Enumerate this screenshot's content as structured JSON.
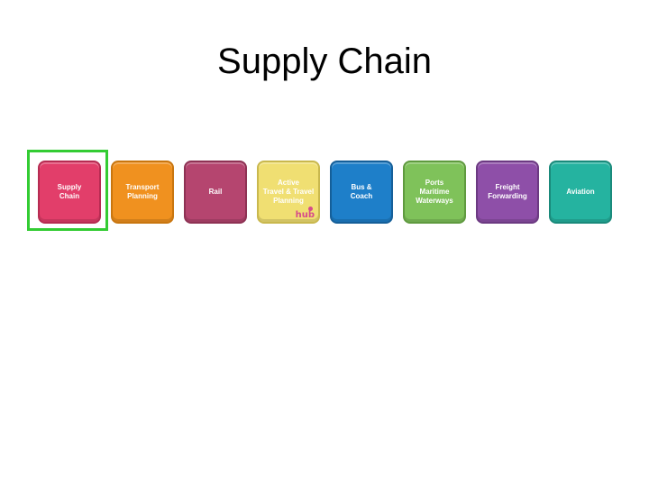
{
  "title": "Supply Chain",
  "tiles": [
    {
      "label": "Supply\nChain",
      "color": "#e23e6a",
      "border": "#b62c52",
      "selected": true
    },
    {
      "label": "Transport\nPlanning",
      "color": "#f0911f",
      "border": "#c9760f"
    },
    {
      "label": "Rail",
      "color": "#b5456f",
      "border": "#8e3254"
    },
    {
      "label": "Active\nTravel & Travel\nPlanning",
      "color": "#f0df72",
      "border": "#c9b84e",
      "text_color": "#ffffff",
      "logo": "hub"
    },
    {
      "label": "Bus &\nCoach",
      "color": "#1e7fc9",
      "border": "#155f99"
    },
    {
      "label": "Ports\nMaritime\nWaterways",
      "color": "#7fc25a",
      "border": "#5f9a3f"
    },
    {
      "label": "Freight\nForwarding",
      "color": "#8e4fa8",
      "border": "#6c3a82"
    },
    {
      "label": "Aviation",
      "color": "#25b3a0",
      "border": "#1a8a7b"
    }
  ],
  "selection_color": "#33cc33"
}
